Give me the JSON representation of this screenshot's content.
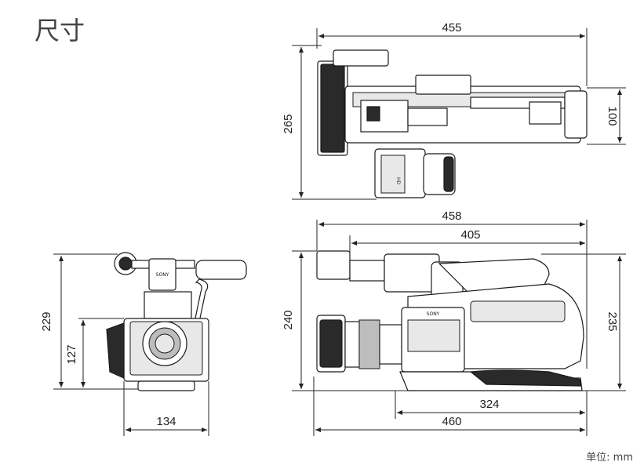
{
  "title": "尺寸",
  "unit_label": "单位: mm",
  "dimensions": {
    "top_width": "455",
    "top_depth": "265",
    "top_right_height": "100",
    "front_height": "229",
    "front_lens_height": "127",
    "front_width": "134",
    "side_top_length": "458",
    "side_length_inner": "405",
    "side_height_left": "240",
    "side_height_right": "235",
    "side_bottom_inner": "324",
    "side_bottom_length": "460"
  },
  "camera_markings": {
    "brand": "SONY",
    "hd_badge": "HD"
  }
}
